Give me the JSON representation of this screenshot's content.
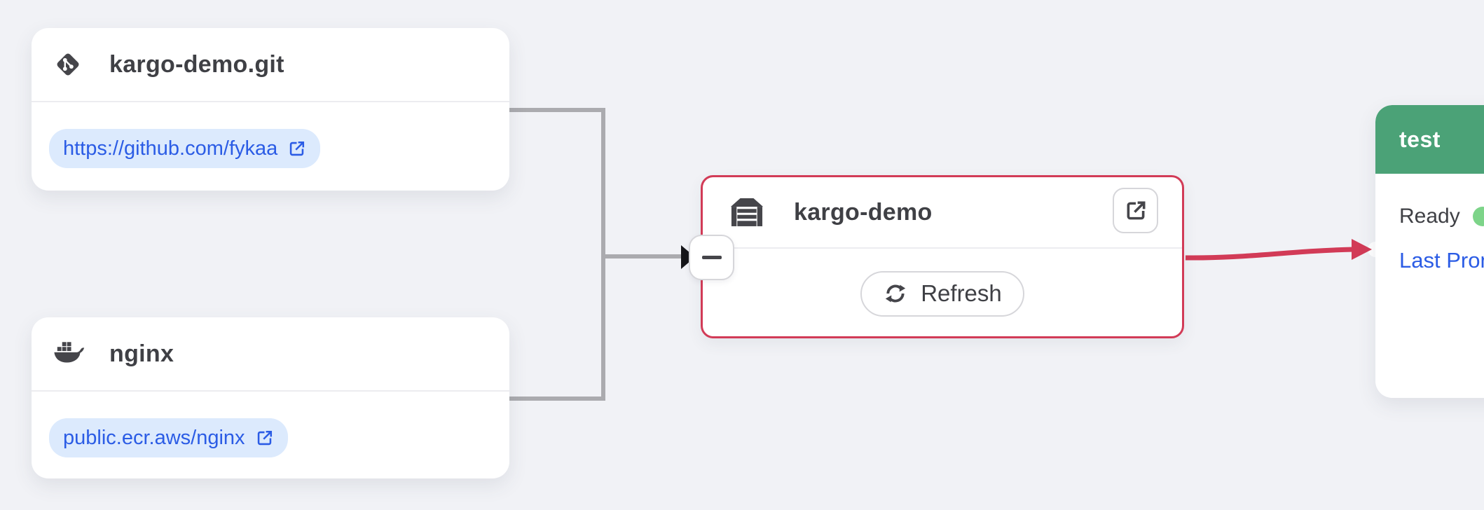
{
  "colors": {
    "background": "#f1f2f6",
    "card_bg": "#ffffff",
    "title_text": "#3f4045",
    "divider": "#ececf0",
    "link_text": "#2b5ce5",
    "link_pill_bg": "#dceafd",
    "connector_gray": "#ababaf",
    "connector_black": "#151519",
    "warehouse_border": "#d23b57",
    "arrow_red": "#d23b57",
    "stage_header_green": "#4ba277",
    "status_dot_green": "#7dd489",
    "button_border": "#d6d6da",
    "icon_dark": "#45454a"
  },
  "sources": [
    {
      "title": "kargo-demo.git",
      "icon": "git-icon",
      "link_label": "https://github.com/fykaa"
    },
    {
      "title": "nginx",
      "icon": "docker-icon",
      "link_label": "public.ecr.aws/nginx"
    }
  ],
  "warehouse": {
    "title": "kargo-demo",
    "icon": "warehouse-icon",
    "open_button_icon": "external-link-icon",
    "refresh_label": "Refresh",
    "refresh_icon": "sync-icon"
  },
  "stage": {
    "title": "test",
    "status_label": "Ready",
    "status_icon": "green-dot-icon",
    "last_promotion_label": "Last Promotion"
  },
  "controls": {
    "collapse_icon": "minus-icon"
  }
}
